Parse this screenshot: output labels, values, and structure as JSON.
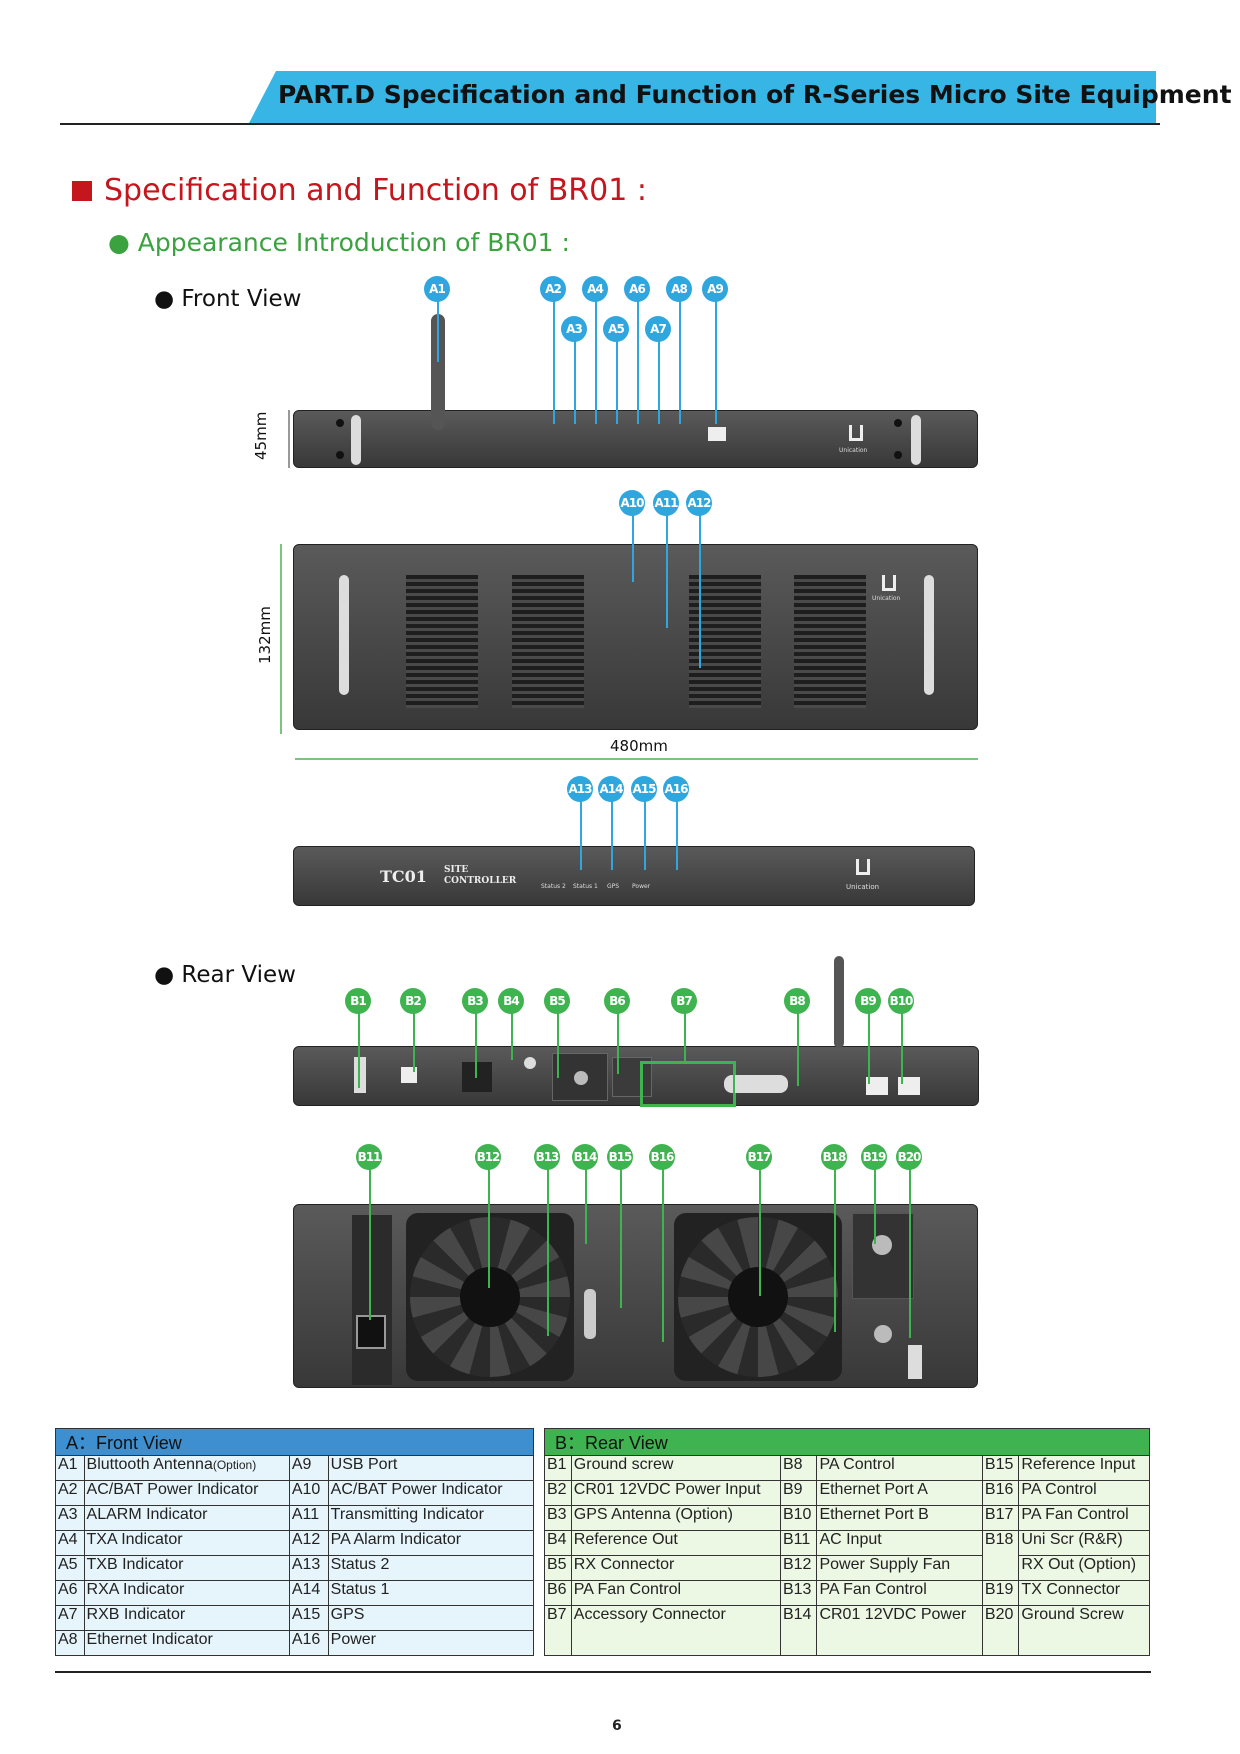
{
  "header": {
    "title": "PART.D Specification and Function of R-Series Micro Site Equipment"
  },
  "section": {
    "title": "Specification and Function of BR01 :"
  },
  "subsection": {
    "title": "● Appearance Introduction of BR01 :"
  },
  "front_view_label": "● Front View",
  "rear_view_label": "● Rear View",
  "dimensions": {
    "h1": "45mm",
    "h2": "132mm",
    "w": "480mm"
  },
  "front_callouts": [
    "A1",
    "A2",
    "A3",
    "A4",
    "A5",
    "A6",
    "A7",
    "A8",
    "A9",
    "A10",
    "A11",
    "A12",
    "A13",
    "A14",
    "A15",
    "A16"
  ],
  "rear_callouts": [
    "B1",
    "B2",
    "B3",
    "B4",
    "B5",
    "B6",
    "B7",
    "B8",
    "B9",
    "B10",
    "B11",
    "B12",
    "B13",
    "B14",
    "B15",
    "B16",
    "B17",
    "B18",
    "B19",
    "B20"
  ],
  "panel_text": {
    "tc01_model": "TC01",
    "tc01_name_1": "SITE",
    "tc01_name_2": "CONTROLLER",
    "brand": "Unication",
    "tc01_leds": [
      "Status 2",
      "Status 1",
      "GPS",
      "Power"
    ]
  },
  "tableA": {
    "header": "A：Front View",
    "rows": [
      [
        "A1",
        "Bluttooth Antenna",
        "(Option)",
        "A9",
        "USB Port"
      ],
      [
        "A2",
        "AC/BAT Power Indicator",
        "",
        "A10",
        "AC/BAT Power Indicator"
      ],
      [
        "A3",
        "ALARM Indicator",
        "",
        "A11",
        "Transmitting Indicator"
      ],
      [
        "A4",
        "TXA Indicator",
        "",
        "A12",
        "PA Alarm Indicator"
      ],
      [
        "A5",
        "TXB Indicator",
        "",
        "A13",
        "Status 2"
      ],
      [
        "A6",
        "RXA Indicator",
        "",
        "A14",
        "Status 1"
      ],
      [
        "A7",
        "RXB Indicator",
        "",
        "A15",
        "GPS"
      ],
      [
        "A8",
        "Ethernet Indicator",
        "",
        "A16",
        "Power"
      ]
    ]
  },
  "tableB": {
    "header": "B：Rear View",
    "rows": [
      [
        "B1",
        "Ground screw",
        "B8",
        "PA Control",
        "B15",
        "Reference Input"
      ],
      [
        "B2",
        "CR01 12VDC Power Input",
        "B9",
        "Ethernet Port A",
        "B16",
        "PA Control"
      ],
      [
        "B3",
        "GPS Antenna (Option)",
        "B10",
        "Ethernet Port B",
        "B17",
        "PA Fan Control"
      ],
      [
        "B4",
        "Reference Out",
        "B11",
        "AC Input",
        "B18",
        "Uni Scr (R&R)"
      ],
      [
        "B5",
        "RX Connector",
        "B12",
        "Power Supply Fan",
        "",
        "RX Out (Option)"
      ],
      [
        "B6",
        "PA Fan Control",
        "B13",
        "PA Fan Control",
        "B19",
        "TX Connector"
      ],
      [
        "B7",
        "Accessory Connector",
        "B14",
        "CR01 12VDC Power",
        "B20",
        "Ground Screw"
      ]
    ]
  },
  "page_number": "6"
}
